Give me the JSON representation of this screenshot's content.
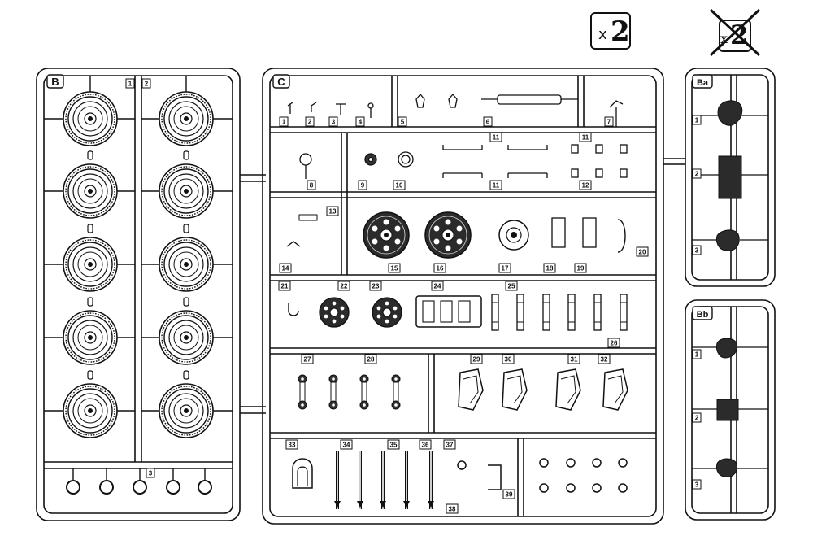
{
  "header": {
    "multiplier_x": "x",
    "multiplier_value": "2",
    "crossed_x": "x",
    "crossed_value": "2"
  },
  "sprues": {
    "B": {
      "id": "B",
      "part_numbers": [
        "1",
        "2",
        "3"
      ]
    },
    "C": {
      "id": "C",
      "part_numbers": [
        "1",
        "2",
        "3",
        "4",
        "5",
        "6",
        "7",
        "8",
        "9",
        "10",
        "11",
        "11",
        "11",
        "12",
        "13",
        "14",
        "15",
        "16",
        "17",
        "18",
        "19",
        "20",
        "21",
        "22",
        "23",
        "24",
        "25",
        "26",
        "27",
        "28",
        "29",
        "30",
        "31",
        "32",
        "33",
        "34",
        "35",
        "36",
        "37",
        "38",
        "39"
      ]
    },
    "Ba": {
      "id": "Ba",
      "part_numbers": [
        "1",
        "2",
        "3"
      ]
    },
    "Bb": {
      "id": "Bb",
      "part_numbers": [
        "1",
        "2",
        "3"
      ]
    }
  },
  "colors": {
    "line": "#1a1a1a",
    "dark_part": "#2b2b2b",
    "background": "#ffffff"
  }
}
